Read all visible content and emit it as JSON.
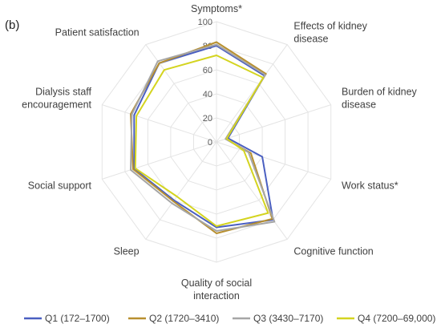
{
  "panel_label": "(b)",
  "chart_data": {
    "type": "radar",
    "title": "",
    "axes": [
      "Symptoms*",
      "Effects of kidney disease",
      "Burden of kidney disease",
      "Work status*",
      "Cognitive function",
      "Quality of social interaction",
      "Sleep",
      "Social support",
      "Dialysis staff encouragement",
      "Patient satisfaction"
    ],
    "axis_label_lines": [
      [
        "Symptoms*"
      ],
      [
        "Effects of kidney",
        "disease"
      ],
      [
        "Burden of kidney",
        "disease"
      ],
      [
        "Work status*"
      ],
      [
        "Cognitive function"
      ],
      [
        "Quality of social",
        "interaction"
      ],
      [
        "Sleep"
      ],
      [
        "Social support"
      ],
      [
        "Dialysis staff",
        "encouragement"
      ],
      [
        "Patient satisfaction"
      ]
    ],
    "ticks": [
      "0",
      "20",
      "40",
      "60",
      "80",
      "100"
    ],
    "rlim": [
      0,
      100
    ],
    "grid": true,
    "legend_position": "bottom",
    "series": [
      {
        "name": "Q1 (172–1700)",
        "color": "#4a5fc1",
        "values": [
          80,
          68,
          10,
          40,
          80,
          71,
          60,
          72,
          72,
          81
        ]
      },
      {
        "name": "Q2 (1720–3410)",
        "color": "#b8902f",
        "values": [
          83,
          70,
          8,
          30,
          79,
          76,
          61,
          73,
          75,
          81
        ]
      },
      {
        "name": "Q3 (3430–7170)",
        "color": "#a6a6a6",
        "values": [
          81,
          69,
          8,
          28,
          82,
          74,
          63,
          75,
          74,
          83
        ]
      },
      {
        "name": "Q4 (7200–69,000)",
        "color": "#d4d420",
        "values": [
          72,
          66,
          9,
          24,
          73,
          70,
          56,
          71,
          70,
          74
        ]
      }
    ]
  }
}
